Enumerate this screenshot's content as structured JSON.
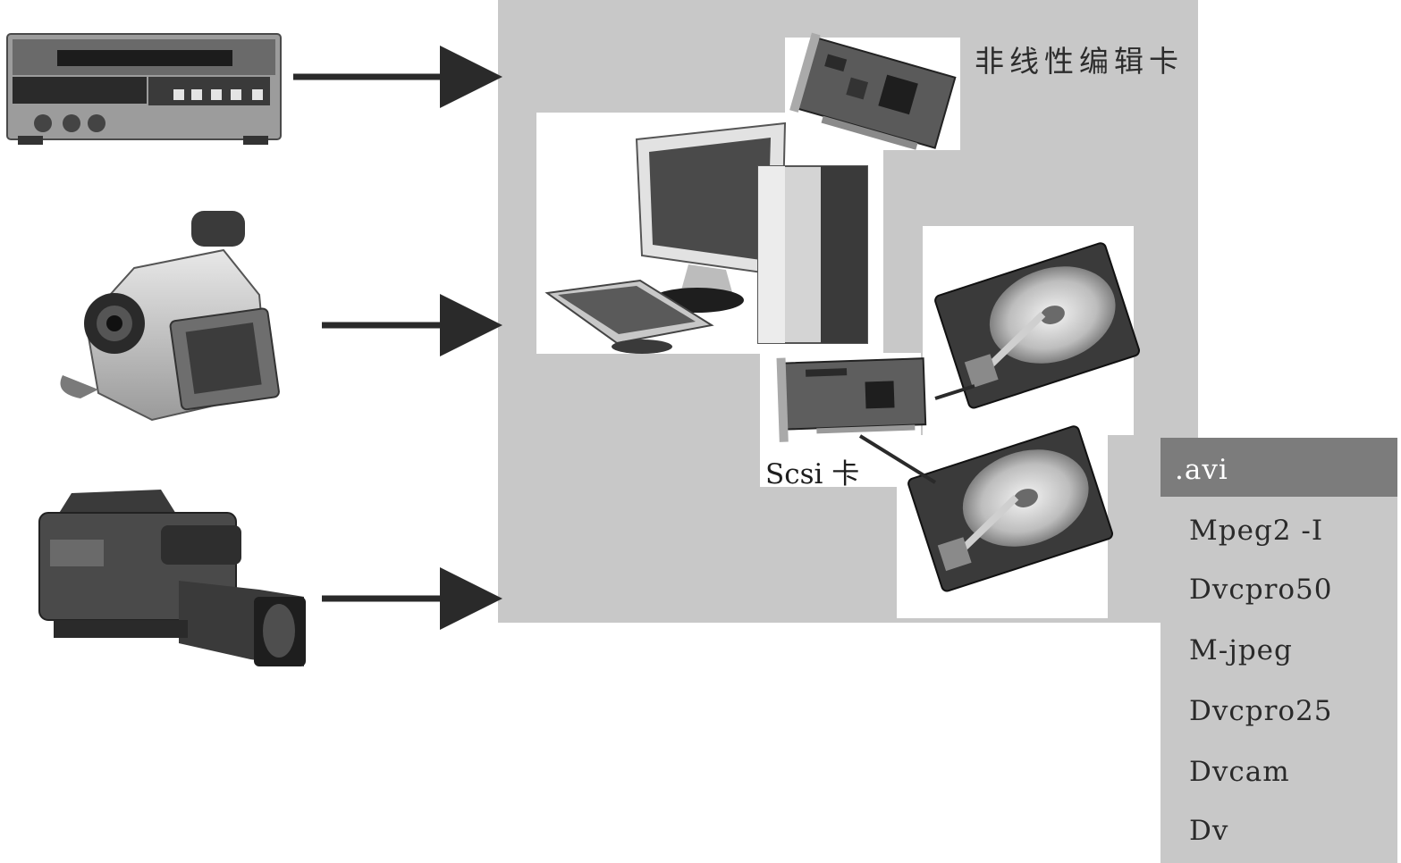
{
  "labels": {
    "edit_card": "非线性编辑卡",
    "scsi_card": "Scsi 卡"
  },
  "formats": {
    "header": ".avi",
    "items": [
      "Mpeg2 -I",
      "Dvcpro50",
      "M-jpeg",
      "Dvcpro25",
      "Dvcam",
      "Dv"
    ]
  },
  "colors": {
    "panel_gray": "#c8c8c8",
    "header_gray": "#7c7c7c",
    "arrow": "#2a2a2a"
  }
}
